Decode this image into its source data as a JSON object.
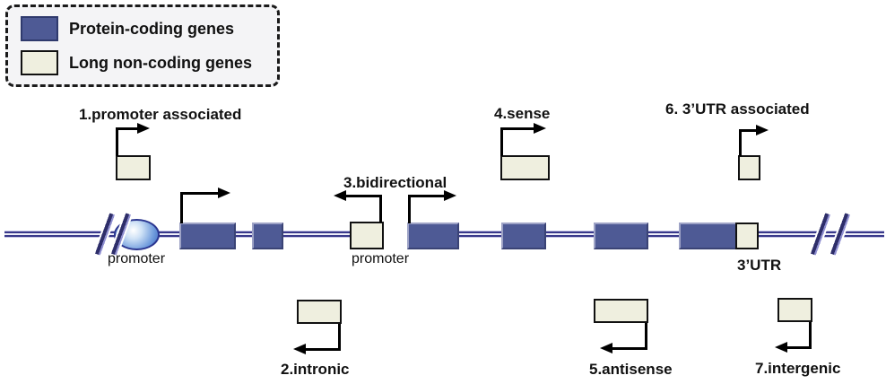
{
  "legend": {
    "items": [
      {
        "label": "Protein-coding genes",
        "color": "#4e5a95"
      },
      {
        "label": "Long non-coding genes",
        "color": "#efefdf"
      }
    ]
  },
  "annotations": {
    "n1": "1.promoter associated",
    "n2": "2.intronic",
    "n3": "3.bidirectional",
    "n4": "4.sense",
    "n5": "5.antisense",
    "n6": "6. 3’UTR associated",
    "n7": "7.intergenic",
    "promoter_label_left": "promoter",
    "promoter_label_bidirectional": "promoter",
    "utr_label": "3’UTR"
  },
  "colors": {
    "protein_coding_fill": "#4e5a95",
    "long_noncoding_fill": "#efefdf",
    "dna_line": "#38388a",
    "arrow": "#000000",
    "promoter_ellipse_border": "#2b3690"
  }
}
